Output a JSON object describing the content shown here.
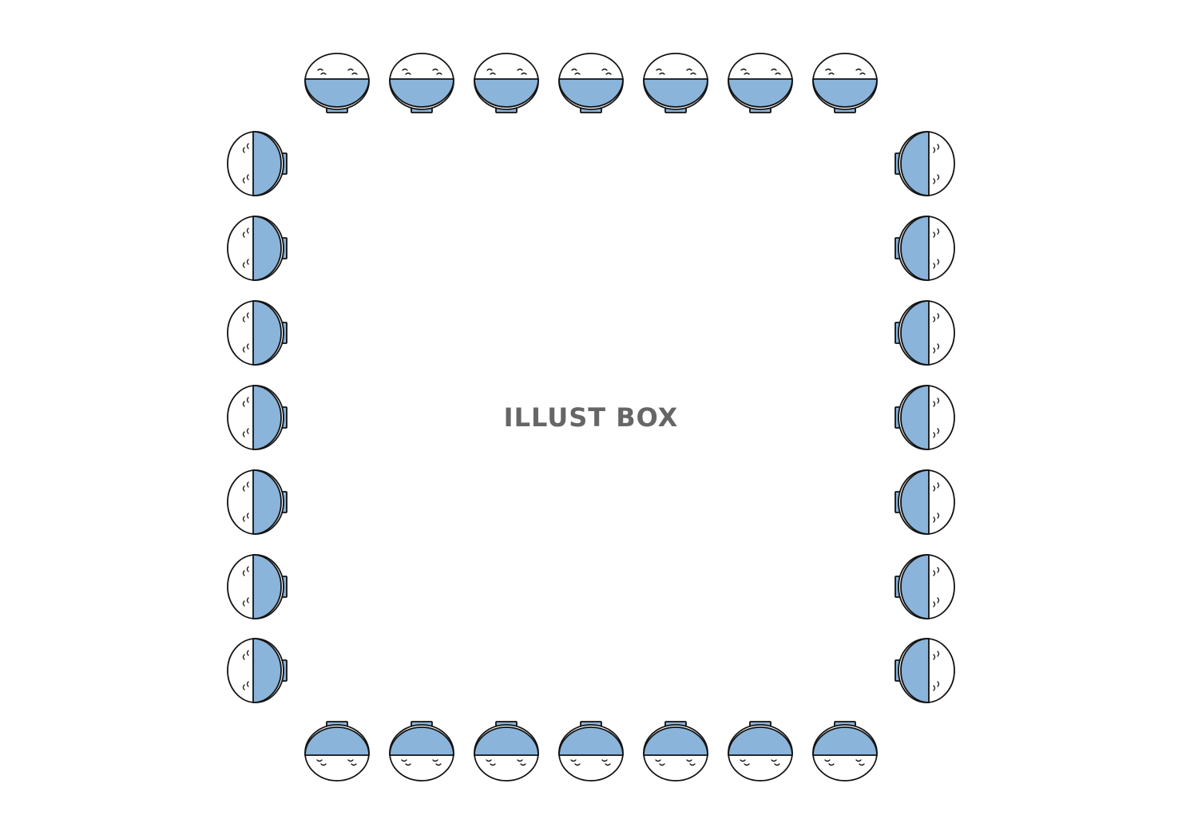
{
  "watermark": {
    "text": "ILLUST BOX",
    "color": "#666666"
  },
  "colors": {
    "bowl": "#8ab4da",
    "rice": "#ffffff",
    "outline": "#111111",
    "background": "#ffffff"
  },
  "icon": "rice-bowl-icon",
  "frame": {
    "top": {
      "count": 7,
      "orientation": "up"
    },
    "bottom": {
      "count": 7,
      "orientation": "down"
    },
    "left": {
      "count": 7,
      "orientation": "left"
    },
    "right": {
      "count": 7,
      "orientation": "right"
    }
  }
}
